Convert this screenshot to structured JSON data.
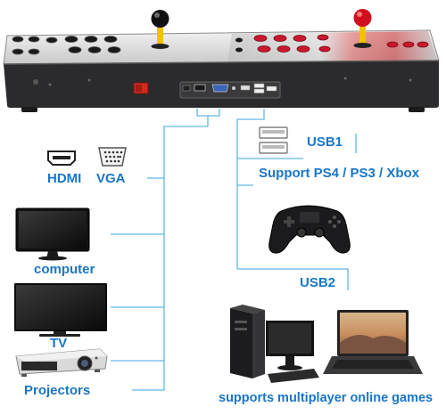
{
  "labels": {
    "hdmi": "HDMI",
    "vga": "VGA",
    "usb1": "USB1",
    "support": "Support PS4 / PS3 / Xbox",
    "computer": "computer",
    "usb2": "USB2",
    "tv": "TV",
    "projectors": "Projectors",
    "multiplayer": "supports multiplayer online games"
  },
  "colors": {
    "label_blue": "#1976c9",
    "line_blue": "#62b6e3",
    "power_switch": "#d42a1e",
    "button_red": "#c8182c",
    "button_dark": "#1a1a1c"
  },
  "icons": [
    "hdmi-port-icon",
    "vga-port-icon",
    "usb-port-icon",
    "gamepad-icon",
    "monitor-icon",
    "tv-icon",
    "projector-icon",
    "desktop-pc-icon",
    "laptop-icon"
  ]
}
